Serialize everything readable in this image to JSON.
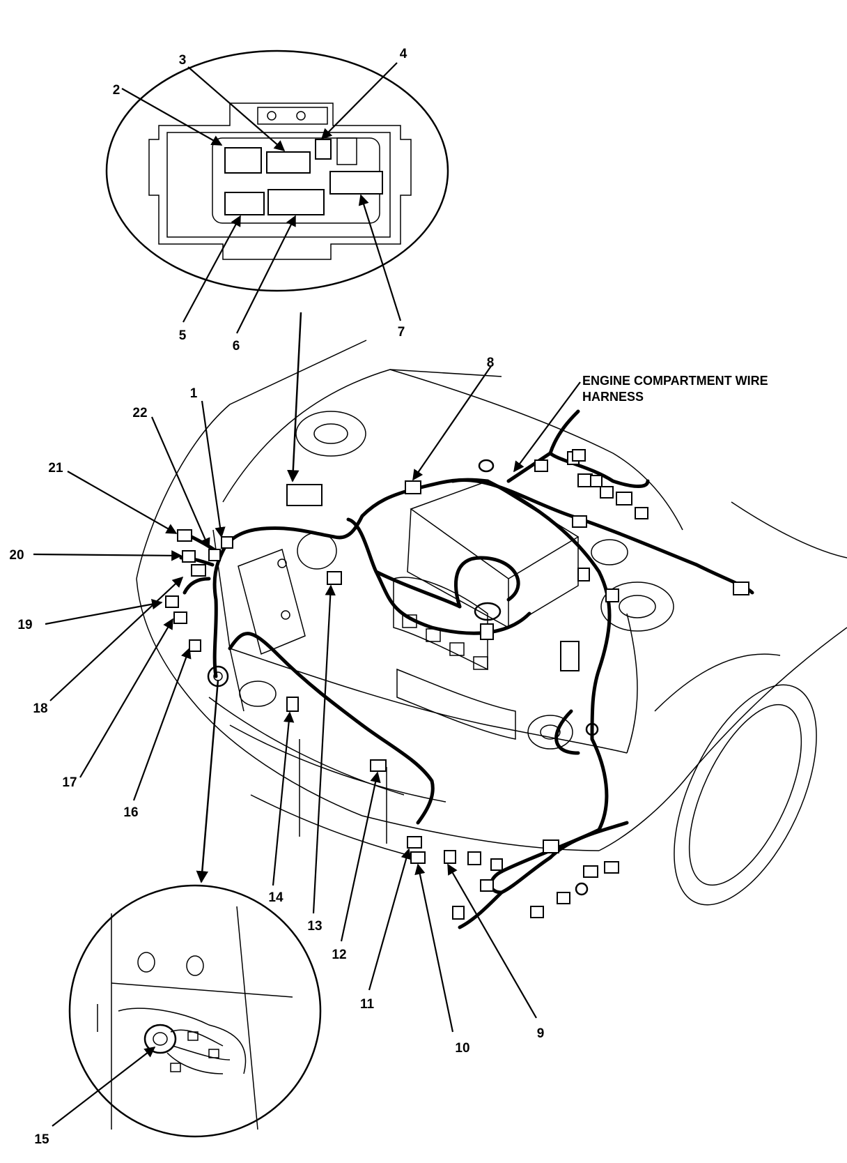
{
  "diagram": {
    "harness_label_line1": "ENGINE COMPARTMENT WIRE",
    "harness_label_line2": "HARNESS",
    "callouts": [
      "1",
      "2",
      "3",
      "4",
      "5",
      "6",
      "7",
      "8",
      "9",
      "10",
      "11",
      "12",
      "13",
      "14",
      "15",
      "16",
      "17",
      "18",
      "19",
      "20",
      "21",
      "22"
    ]
  }
}
